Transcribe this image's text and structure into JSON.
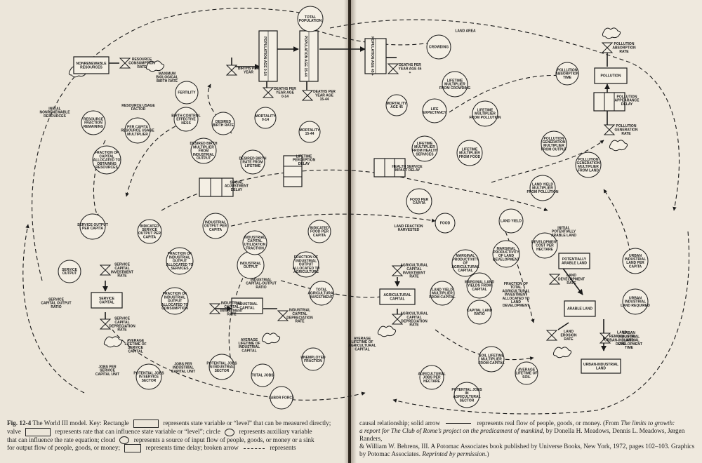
{
  "caption": {
    "fig_label": "Fig. 12-4",
    "left_lines": [
      "The World III model. Key: Rectangle",
      "represents state variable or “level” that can be measured directly;",
      "valve",
      "represents rate that can influence state variable or “level”; circle",
      "represents auxiliary variable",
      "that can influence the rate equation; cloud",
      "represents a source of input flow of people, goods, or money or a sink",
      "for output flow of people, goods, or money;",
      "represents time delay; broken arrow",
      "represents"
    ],
    "right_lines": [
      "causal relationship; solid arrow",
      "represents real flow of people, goods, or money. (From",
      "The limits to growth:",
      "a report for The Club of Rome’s project on the predicament of mankind,",
      "by Donella H. Meadows, Dennis L. Meadows, Jørgen Randers,",
      "& William W. Behrens, III. A Potomac Associates book published by Universe Books, New York, 1972, pages 102–103. Graphics",
      "by Potomac Associates.",
      "Reprinted by permission.",
      ")"
    ]
  },
  "levels": [
    {
      "id": "nonrenewable-resources",
      "label": "NONRENEWABLE RESOURCES"
    },
    {
      "id": "population-0-14",
      "label": "POPULATION AGE 0-14"
    },
    {
      "id": "population-15-44",
      "label": "POPULATION AGE 15-44"
    },
    {
      "id": "population-45-plus",
      "label": "POPULATION AGE 45 +"
    },
    {
      "id": "service-capital",
      "label": "SERVICE CAPITAL"
    },
    {
      "id": "industrial-capital",
      "label": "INDUSTRIAL CAPITAL"
    },
    {
      "id": "agricultural-capital",
      "label": "AGRICULTURAL CAPITAL"
    },
    {
      "id": "pollution",
      "label": "POLLUTION"
    },
    {
      "id": "arable-land",
      "label": "ARABLE LAND"
    },
    {
      "id": "urban-industrial-land",
      "label": "URBAN-INDUSTRIAL LAND"
    },
    {
      "id": "potentially-arable-land",
      "label": "POTENTIALLY ARABLE LAND"
    }
  ],
  "rates": [
    {
      "id": "resource-consumption-rate",
      "label": "RESOURCE CONSUMPTION RATE"
    },
    {
      "id": "births-per-year",
      "label": "BIRTHS PER YEAR"
    },
    {
      "id": "deaths-0-14",
      "label": "DEATHS PER YEAR AGE 0-14"
    },
    {
      "id": "deaths-15-44",
      "label": "DEATHS PER YEAR AGE 15-44"
    },
    {
      "id": "deaths-45-plus",
      "label": "DEATHS PER YEAR AGE 45 +"
    },
    {
      "id": "service-capital-investment-rate",
      "label": "SERVICE CAPITAL INVESTMENT RATE"
    },
    {
      "id": "service-capital-depreciation-rate",
      "label": "SERVICE CAPITAL DEPRECIATION RATE"
    },
    {
      "id": "industrial-capital-investment-rate",
      "label": "INDUSTRIAL CAPITAL INVESTMENT RATE"
    },
    {
      "id": "industrial-capital-depreciation-rate",
      "label": "INDUSTRIAL CAPITAL DEPRECIATION RATE"
    },
    {
      "id": "agricultural-capital-investment-rate",
      "label": "AGRICULTURAL CAPITAL INVESTMENT RATE"
    },
    {
      "id": "agricultural-capital-depreciation-rate",
      "label": "AGRICULTURAL CAPITAL DEPRECIATION RATE"
    },
    {
      "id": "pollution-generation-rate",
      "label": "POLLUTION GENERATION RATE"
    },
    {
      "id": "pollution-absorption-rate",
      "label": "POLLUTION ABSORPTION RATE"
    },
    {
      "id": "land-development-rate",
      "label": "LAND DEVELOPMENT RATE"
    },
    {
      "id": "land-erosion-rate",
      "label": "LAND EROSION RATE"
    },
    {
      "id": "land-removal-for-urban-use",
      "label": "LAND REMOVAL FOR URBAN-INDUSTRIAL USE"
    }
  ],
  "auxiliaries": [
    {
      "id": "total-population",
      "label": "TOTAL POPULATION"
    },
    {
      "id": "fertility",
      "label": "FERTILITY"
    },
    {
      "id": "birth-control-effectiveness",
      "label": "BIRTH CONTROL EFFECTIVE NESS"
    },
    {
      "id": "desired-birth-rate",
      "label": "DESIRED BIRTH RATE"
    },
    {
      "id": "desired-birth-multiplier",
      "label": "DESIRED BIRTH MULTIPLIER FROM INDUSTRIAL OUTPUT"
    },
    {
      "id": "desired-birth-rate-from-lifetime",
      "label": "DESIRED BIRTH RATE FROM LIFETIME"
    },
    {
      "id": "mortality-0-14",
      "label": "MORTALITY 0-14"
    },
    {
      "id": "mortality-15-44",
      "label": "MORTALITY 15-44"
    },
    {
      "id": "crowding",
      "label": "CROWDING"
    },
    {
      "id": "lifetime-multiplier-crowding",
      "label": "LIFETIME MULTIPLIER FROM CROWDING"
    },
    {
      "id": "mortality-45",
      "label": "MORTALITY AGE 45"
    },
    {
      "id": "life-expectancy",
      "label": "LIFE EXPECTANCY"
    },
    {
      "id": "lifetime-multiplier-pollution",
      "label": "LIFETIME MULTIPLIER FROM POLLUTION"
    },
    {
      "id": "lifetime-multiplier-health",
      "label": "LIFETIME MULTIPLIER FROM HEALTH SERVICES"
    },
    {
      "id": "lifetime-multiplier-food",
      "label": "LIFETIME MULTIPLIER FROM FOOD"
    },
    {
      "id": "fraction-resources-remaining",
      "label": "RESOURCE FRACTION REMAINING"
    },
    {
      "id": "per-capita-resource-usage",
      "label": "PER CAPITA RESOURCE USAGE MULTIPLIER"
    },
    {
      "id": "fraction-capital-resources",
      "label": "FRACTION OF CAPITAL ALLOCATED TO OBTAINING RESOURCES"
    },
    {
      "id": "service-output-per-capita",
      "label": "SERVICE OUTPUT PER CAPITA"
    },
    {
      "id": "indicated-service-output",
      "label": "INDICATED SERVICE OUTPUT PER CAPITA"
    },
    {
      "id": "fraction-output-services",
      "label": "FRACTION OF INDUSTRIAL OUTPUT ALLOCATED TO SERVICES"
    },
    {
      "id": "industrial-output-per-capita",
      "label": "INDUSTRIAL OUTPUT PER CAPITA"
    },
    {
      "id": "service-output",
      "label": "SERVICE OUTPUT"
    },
    {
      "id": "industrial-output",
      "label": "INDUSTRIAL OUTPUT"
    },
    {
      "id": "fraction-output-consumption",
      "label": "FRACTION OF INDUSTRIAL OUTPUT ALLOCATED TO CONSUMPTION"
    },
    {
      "id": "indicated-food-per-capita",
      "label": "INDICATED FOOD PER CAPITA"
    },
    {
      "id": "fraction-output-agriculture",
      "label": "FRACTION OF INDUSTRIAL OUTPUT ALLOCATED TO AGRICULTURE"
    },
    {
      "id": "total-agricultural-investment",
      "label": "TOTAL AGRICULTURAL INVESTMENT"
    },
    {
      "id": "potential-jobs-service",
      "label": "POTENTIAL JOBS IN SERVICE SECTOR"
    },
    {
      "id": "potential-jobs-industrial",
      "label": "POTENTIAL JOBS IN INDUSTRIAL SECTOR"
    },
    {
      "id": "total-jobs",
      "label": "TOTAL JOBS"
    },
    {
      "id": "unemployed-fraction",
      "label": "UNEMPLOYED FRACTION"
    },
    {
      "id": "labor-force",
      "label": "LABOR FORCE"
    },
    {
      "id": "food-per-capita",
      "label": "FOOD PER CAPITA"
    },
    {
      "id": "food",
      "label": "FOOD"
    },
    {
      "id": "land-yield",
      "label": "LAND YIELD"
    },
    {
      "id": "land-yield-multiplier-pollution",
      "label": "LAND YIELD MULTIPLIER FROM POLLUTION"
    },
    {
      "id": "development-cost",
      "label": "DEVELOPMENT COST PER HECTARE"
    },
    {
      "id": "marginal-productivity-agri",
      "label": "MARGINAL PRODUCTIVITY OF AGRICULTURAL CAPITAL"
    },
    {
      "id": "marginal-productivity-land",
      "label": "MARGINAL PRODUCTIVITY OF LAND DEVELOPMENT"
    },
    {
      "id": "marginal-land-yields",
      "label": "MARGINAL LAND YIELDS FROM CAPITAL"
    },
    {
      "id": "land-yield-from-capital",
      "label": "LAND YIELD MULTIPLIER FROM CAPITAL"
    },
    {
      "id": "capital-land-ratio",
      "label": "CAPITAL LAND RATIO"
    },
    {
      "id": "soil-lifetime-multiplier",
      "label": "SOIL LIFETIME MULTIPLIER FROM CAPITAL"
    },
    {
      "id": "average-lifetime-soil",
      "label": "AVERAGE LIFETIME OF SOIL"
    },
    {
      "id": "agricultural-jobs-per-hectare",
      "label": "AGRICULTURAL JOBS PER HECTARE"
    },
    {
      "id": "potential-jobs-agricultural",
      "label": "POTENTIAL JOBS IN AGRICULTURAL SECTOR"
    },
    {
      "id": "urban-land-per-capita",
      "label": "URBAN INDUSTRIAL LAND PER CAPITA"
    },
    {
      "id": "urban-land-required",
      "label": "URBAN INDUSTRIAL LAND REQUIRED"
    },
    {
      "id": "pollution-absorption-time",
      "label": "POLLUTION ABSORPTION TIME"
    },
    {
      "id": "pollution-generation-from-output",
      "label": "POLLUTION GENERATION MULTIPLIER FROM OUTPUT"
    },
    {
      "id": "pollution-generation-from-land",
      "label": "POLLUTION GENERATION MULTIPLIER FROM LAND"
    },
    {
      "id": "industrial-capital-utilization",
      "label": "INDUSTRIAL CAPITAL UTILIZATION FRACTION"
    }
  ],
  "free_labels": [
    {
      "id": "initial-nonrenewable",
      "label": "INITIAL NONRENEWABLE RESOURCES"
    },
    {
      "id": "resource-usage-factor",
      "label": "RESOURCE USAGE FACTOR"
    },
    {
      "id": "maximum-biological-birth-rate",
      "label": "MAXIMUM BIOLOGICAL BIRTH RATE"
    },
    {
      "id": "social-adjustment-delay",
      "label": "SOCIAL ADJUSTMENT DELAY"
    },
    {
      "id": "lifetime-perception-delay",
      "label": "LIFETIME PERCEPTION DELAY"
    },
    {
      "id": "health-service-impact-delay",
      "label": "HEALTH SERVICE IMPACT DELAY"
    },
    {
      "id": "land-area",
      "label": "LAND AREA"
    },
    {
      "id": "pollution-appearance-delay",
      "label": "POLLUTION APPEARANCE DELAY"
    },
    {
      "id": "service-capital-output-ratio",
      "label": "SERVICE CAPITAL OUTPUT RATIO"
    },
    {
      "id": "average-lifetime-service",
      "label": "AVERAGE LIFETIME OF SERVICE CAPITAL"
    },
    {
      "id": "jobs-per-service-unit",
      "label": "JOBS PER SERVICE CAPITAL UNIT"
    },
    {
      "id": "jobs-per-industrial-unit",
      "label": "JOBS PER INDUSTRIAL CAPITAL UNIT"
    },
    {
      "id": "industrial-capital-output-ratio",
      "label": "INDUSTRIAL CAPITAL-OUTPUT RATIO"
    },
    {
      "id": "average-lifetime-industrial",
      "label": "AVERAGE LIFETIME OF INDUSTRIAL CAPITAL"
    },
    {
      "id": "average-lifetime-agricultural",
      "label": "AVERAGE LIFETIME OF AGRICULTURAL CAPITAL"
    },
    {
      "id": "land-fraction-harvested",
      "label": "LAND FRACTION HARVESTED"
    },
    {
      "id": "initial-potentially-arable",
      "label": "INITIAL POTENTIALLY ARABLE LAND"
    },
    {
      "id": "fraction-inputs-land-dev",
      "label": "FRACTION OF TOTAL AGRICULTURAL INVESTMENT ALLOCATED TO LAND DEVELOPMENT"
    },
    {
      "id": "urban-land-development-time",
      "label": "URBAN INDUSTRIAL LAND DEVELOPMENT TIME"
    }
  ]
}
